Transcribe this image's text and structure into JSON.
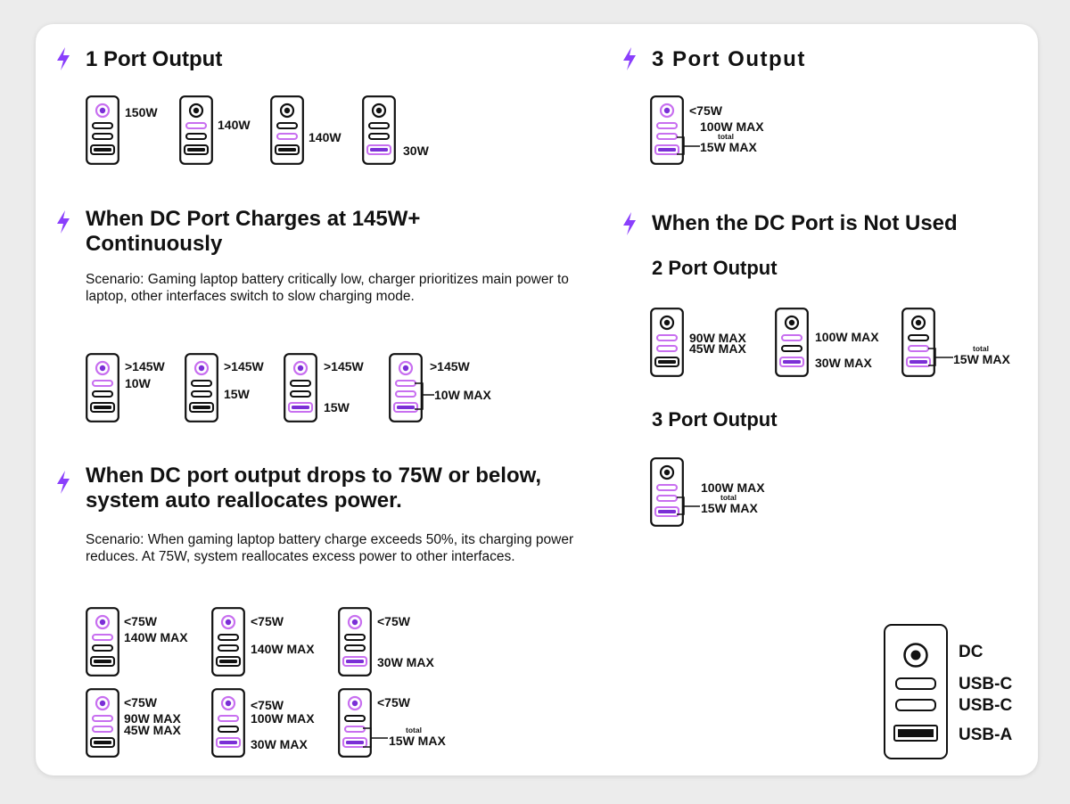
{
  "colors": {
    "accent": "#8a3ffc",
    "port_highlight": "#c86ff0",
    "card_bg": "#ffffff",
    "page_bg": "#ececec"
  },
  "icons": {
    "bolt": "lightning-bolt-icon",
    "charger": "charger-ports-icon",
    "dc_port": "dc-port-icon",
    "usb_c": "usb-c-port-icon",
    "usb_a": "usb-a-port-icon"
  },
  "left": {
    "one_port": {
      "title": "1 Port Output",
      "items": [
        {
          "hl": [
            "dc"
          ],
          "labels": [
            "150W"
          ]
        },
        {
          "hl": [
            "c1"
          ],
          "labels": [
            "140W"
          ]
        },
        {
          "hl": [
            "c2"
          ],
          "labels": [
            "140W"
          ]
        },
        {
          "hl": [
            "a"
          ],
          "labels": [
            "30W"
          ]
        }
      ]
    },
    "dc145": {
      "title": "When DC Port Charges at 145W+ Continuously",
      "scenario": "Scenario: Gaming laptop battery critically low, charger prioritizes main power to laptop, other interfaces switch to slow charging mode.",
      "items": [
        {
          "hl": [
            "dc",
            "c1"
          ],
          "labels": [
            ">145W",
            "10W"
          ]
        },
        {
          "hl": [
            "dc"
          ],
          "labels": [
            ">145W",
            "15W"
          ]
        },
        {
          "hl": [
            "dc",
            "a"
          ],
          "labels": [
            ">145W",
            "15W"
          ]
        },
        {
          "hl": [
            "dc",
            "c1",
            "c2",
            "a"
          ],
          "labels": [
            ">145W",
            "10W MAX"
          ]
        }
      ]
    },
    "dc75": {
      "title": "When DC port output drops to 75W or below, system auto reallocates power.",
      "scenario": "Scenario: When gaming laptop battery charge exceeds 50%, its charging power reduces. At 75W, system reallocates excess power to other interfaces.",
      "row1": [
        {
          "hl": [
            "dc",
            "c1"
          ],
          "labels": [
            "<75W",
            "140W MAX"
          ]
        },
        {
          "hl": [
            "dc"
          ],
          "labels": [
            "<75W",
            "140W MAX"
          ]
        },
        {
          "hl": [
            "dc",
            "a"
          ],
          "labels": [
            "<75W",
            "30W MAX"
          ]
        }
      ],
      "row2": [
        {
          "hl": [
            "dc",
            "c1",
            "c2"
          ],
          "labels": [
            "<75W",
            "90W MAX",
            "45W MAX"
          ]
        },
        {
          "hl": [
            "dc",
            "c1",
            "a"
          ],
          "labels": [
            "<75W",
            "100W MAX",
            "30W MAX"
          ]
        },
        {
          "hl": [
            "dc",
            "c2",
            "a"
          ],
          "labels": [
            "<75W",
            "total",
            "15W MAX"
          ]
        }
      ]
    }
  },
  "right": {
    "three_port_top": {
      "title": "3 Port Output",
      "labels": [
        "<75W",
        "100W MAX",
        "total",
        "15W MAX"
      ]
    },
    "no_dc": {
      "title": "When the DC Port is Not Used",
      "two_port_title": "2 Port Output",
      "two_port": [
        {
          "labels": [
            "90W MAX",
            "45W MAX"
          ]
        },
        {
          "labels": [
            "100W MAX",
            "30W MAX"
          ]
        },
        {
          "labels": [
            "total",
            "15W MAX"
          ]
        }
      ],
      "three_port_title": "3 Port Output",
      "three_port_labels": [
        "100W MAX",
        "total",
        "15W MAX"
      ]
    },
    "legend": {
      "dc": "DC",
      "usb_c1": "USB-C",
      "usb_c2": "USB-C",
      "usb_a": "USB-A"
    }
  }
}
